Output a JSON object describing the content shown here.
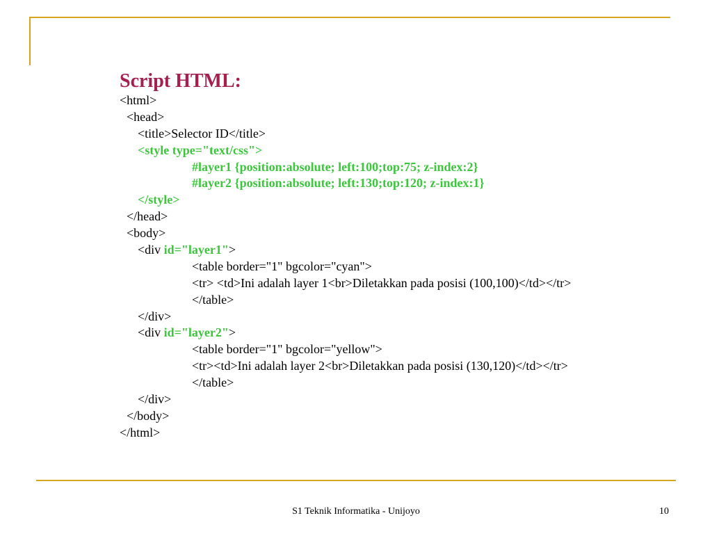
{
  "slide": {
    "title": "Script HTML:",
    "footer": "S1 Teknik Informatika - Unijoyo",
    "page_number": "10"
  },
  "colors": {
    "accent_line": "#d9a520",
    "title": "#a3204f",
    "highlight": "#3cc63c"
  },
  "code_lines": [
    {
      "indent": 0,
      "parts": [
        {
          "text": "<html>",
          "hl": false
        }
      ]
    },
    {
      "indent": 1,
      "parts": [
        {
          "text": "<head>",
          "hl": false
        }
      ]
    },
    {
      "indent": 2,
      "parts": [
        {
          "text": "<title>Selector ID</title>",
          "hl": false
        }
      ]
    },
    {
      "indent": 2,
      "parts": [
        {
          "text": "<style type=\"text/css\">",
          "hl": true
        }
      ]
    },
    {
      "indent": 3,
      "parts": [
        {
          "text": "#layer1 {position:absolute; left:100;top:75; z-index:2}",
          "hl": true
        }
      ]
    },
    {
      "indent": 3,
      "parts": [
        {
          "text": "#layer2 {position:absolute; left:130;top:120; z-index:1}",
          "hl": true
        }
      ]
    },
    {
      "indent": 2,
      "parts": [
        {
          "text": "</style>",
          "hl": true
        }
      ]
    },
    {
      "indent": 1,
      "parts": [
        {
          "text": "</head>",
          "hl": false
        }
      ]
    },
    {
      "indent": 1,
      "parts": [
        {
          "text": "<body>",
          "hl": false
        }
      ]
    },
    {
      "indent": 2,
      "parts": [
        {
          "text": "<div ",
          "hl": false
        },
        {
          "text": "id=\"layer1\"",
          "hl": true
        },
        {
          "text": ">",
          "hl": false
        }
      ]
    },
    {
      "indent": 3,
      "parts": [
        {
          "text": "<table border=\"1\" bgcolor=\"cyan\">",
          "hl": false
        }
      ]
    },
    {
      "indent": 3,
      "parts": [
        {
          "text": "<tr> <td>Ini adalah layer 1<br>Diletakkan pada posisi (100,100)</td></tr>",
          "hl": false
        }
      ]
    },
    {
      "indent": 3,
      "parts": [
        {
          "text": "</table>",
          "hl": false
        }
      ]
    },
    {
      "indent": 2,
      "parts": [
        {
          "text": "</div>",
          "hl": false
        }
      ]
    },
    {
      "indent": 2,
      "parts": [
        {
          "text": "<div ",
          "hl": false
        },
        {
          "text": "id=\"layer2\"",
          "hl": true
        },
        {
          "text": ">",
          "hl": false
        }
      ]
    },
    {
      "indent": 3,
      "parts": [
        {
          "text": "<table border=\"1\" bgcolor=\"yellow\">",
          "hl": false
        }
      ]
    },
    {
      "indent": 3,
      "parts": [
        {
          "text": "<tr><td>Ini adalah layer 2<br>Diletakkan pada posisi (130,120)</td></tr>",
          "hl": false
        }
      ]
    },
    {
      "indent": 3,
      "parts": [
        {
          "text": "</table>",
          "hl": false
        }
      ]
    },
    {
      "indent": 2,
      "parts": [
        {
          "text": "</div>",
          "hl": false
        }
      ]
    },
    {
      "indent": 1,
      "parts": [
        {
          "text": "</body>",
          "hl": false
        }
      ]
    },
    {
      "indent": 0,
      "parts": [
        {
          "text": "</html>",
          "hl": false
        }
      ]
    }
  ]
}
